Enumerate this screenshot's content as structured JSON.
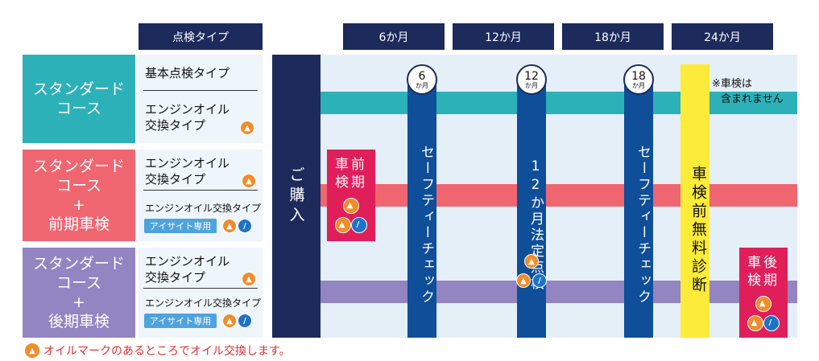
{
  "headers": {
    "inspection_type": "点検タイプ",
    "m6": "6か月",
    "m12": "12か月",
    "m18": "18か月",
    "m24": "24か月"
  },
  "courses": [
    {
      "lines": [
        "スタンダード",
        "コース"
      ],
      "color": "#2db1b9"
    },
    {
      "lines": [
        "スタンダード",
        "コース",
        "+",
        "前期車検"
      ],
      "color": "#f06670"
    },
    {
      "lines": [
        "スタンダード",
        "コース",
        "+",
        "後期車検"
      ],
      "color": "#9384c2"
    }
  ],
  "types": {
    "basic": "基本点検タイプ",
    "oil_line1": "エンジンオイル",
    "oil_line2": "交換タイプ",
    "oil_combined": "エンジンオイル交換タイプ",
    "eyesight": "アイサイト専用"
  },
  "purchase": "ご購入",
  "pre_inspection": [
    "車前",
    "検期"
  ],
  "post_inspection": [
    "車後",
    "検期"
  ],
  "circles": {
    "c6": {
      "n": "6",
      "u": "か月"
    },
    "c12": {
      "n": "12",
      "u": "か月"
    },
    "c18": {
      "n": "18",
      "u": "か月"
    }
  },
  "bars": {
    "safety1": "セーフティーチェック",
    "legal12": "12か月法定点検",
    "safety2": "セーフティーチェック"
  },
  "free_diagnosis": "車検前無料診断",
  "note": [
    "※車検は",
    "含まれません"
  ],
  "footnote": "オイルマークのあるところでオイル交換します。",
  "icons": {
    "oil": "oil-can-icon",
    "wiper": "wiper-blade-icon"
  },
  "colors": {
    "navy": "#1c2a5c",
    "teal": "#2db1b9",
    "coral": "#f06670",
    "purple": "#9384c2",
    "pink": "#e01f5a",
    "yellow": "#fdeb3a",
    "blue": "#0f4e98",
    "eyesight_blue": "#4fa3dd"
  }
}
